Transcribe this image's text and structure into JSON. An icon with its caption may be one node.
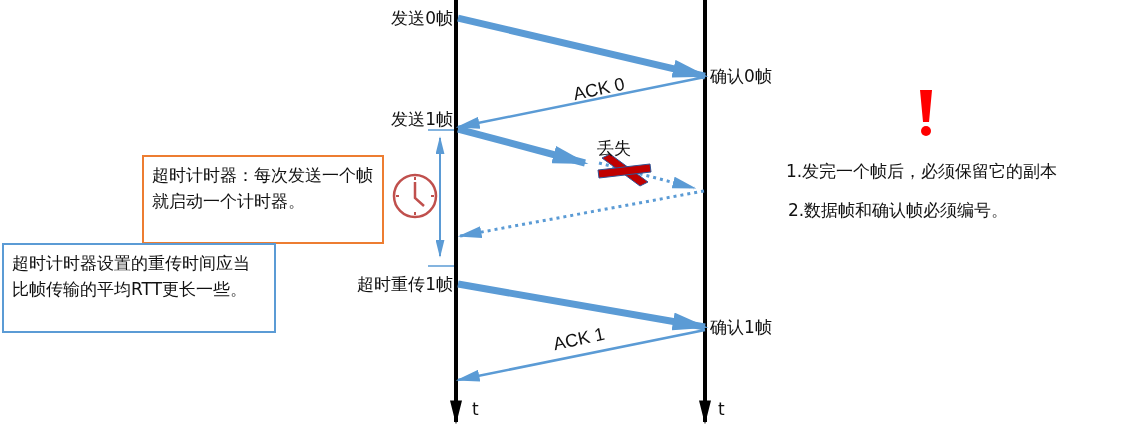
{
  "diagram": {
    "nodes": [
      {
        "text": [
          "发送0帧"
        ]
      },
      {
        "text": [
          "确认0帧"
        ]
      },
      {
        "text": [
          "发送1帧"
        ]
      },
      {
        "text": [
          "超时重传1帧"
        ]
      },
      {
        "text": [
          "确认1帧"
        ]
      },
      {
        "text": [
          "超时计时器：每次发送一个帧就启动一个计时器。"
        ]
      },
      {
        "text": [
          "超时计时器设置的重传时间应当比帧传输的平均RTT更长一些。"
        ]
      },
      {
        "text": [],
        "shape": "cross"
      }
    ],
    "edges": [
      {
        "from": 0,
        "to": 1,
        "arrow": "to",
        "style": "thick"
      },
      {
        "from": 1,
        "to": 2,
        "arrow": "to",
        "label": "ACK 0"
      },
      {
        "from": 2,
        "to": 7,
        "arrow": "to",
        "style": "thick"
      },
      {
        "from": 7,
        "to": null,
        "arrow": "to",
        "style": "dashed"
      },
      {
        "from": 2,
        "to": 3,
        "arrow": "both"
      },
      {
        "from": 3,
        "to": 4,
        "arrow": "to",
        "style": "thick"
      },
      {
        "from": 4,
        "to": null,
        "arrow": "to",
        "label": "ACK 1"
      }
    ],
    "labels": [
      "丢失",
      "1.发完一个帧后，必须保留它的副本",
      "2.数据帧和确认帧必须编号。",
      "t",
      "t"
    ]
  }
}
